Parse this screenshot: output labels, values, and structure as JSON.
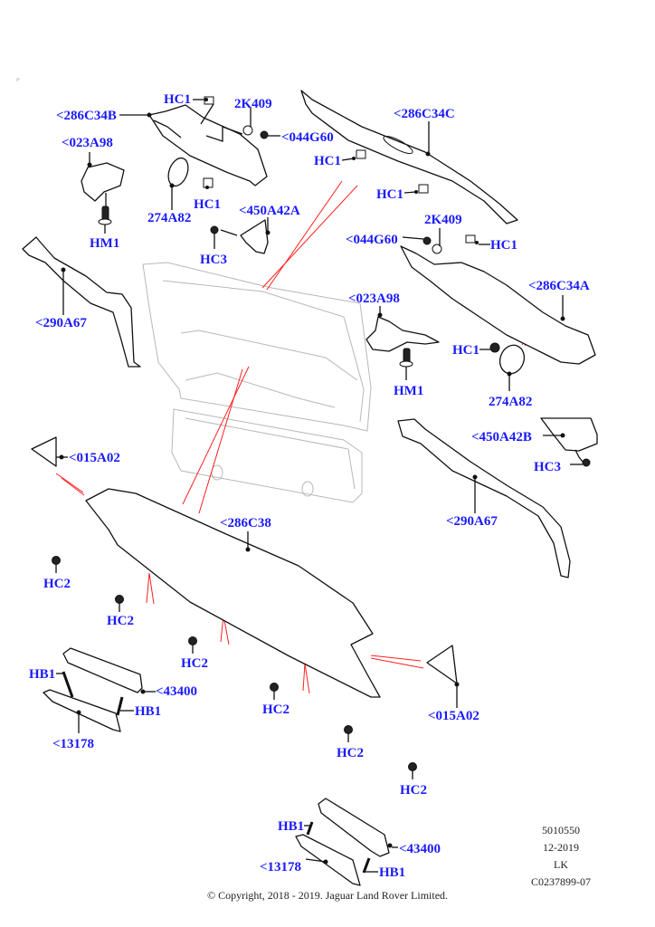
{
  "diagram": {
    "title": "Liftgate / Tailgate Trim Panels",
    "callouts": [
      {
        "id": "c1",
        "label": "HC1"
      },
      {
        "id": "c2",
        "label": "<286C34B"
      },
      {
        "id": "c3",
        "label": "2K409"
      },
      {
        "id": "c4",
        "label": "<044G60"
      },
      {
        "id": "c5",
        "label": "<023A98"
      },
      {
        "id": "c6",
        "label": "274A82"
      },
      {
        "id": "c7",
        "label": "HC1"
      },
      {
        "id": "c8",
        "label": "<450A42A"
      },
      {
        "id": "c9",
        "label": "HM1"
      },
      {
        "id": "c10",
        "label": "HC3"
      },
      {
        "id": "c11",
        "label": "<290A67"
      },
      {
        "id": "c12",
        "label": "<286C34C"
      },
      {
        "id": "c13",
        "label": "HC1"
      },
      {
        "id": "c14",
        "label": "HC1"
      },
      {
        "id": "c15",
        "label": "2K409"
      },
      {
        "id": "c16",
        "label": "<044G60"
      },
      {
        "id": "c17",
        "label": "HC1"
      },
      {
        "id": "c18",
        "label": "<286C34A"
      },
      {
        "id": "c19",
        "label": "<023A98"
      },
      {
        "id": "c20",
        "label": "HC1"
      },
      {
        "id": "c21",
        "label": "HM1"
      },
      {
        "id": "c22",
        "label": "274A82"
      },
      {
        "id": "c23",
        "label": "<450A42B"
      },
      {
        "id": "c24",
        "label": "HC3"
      },
      {
        "id": "c25",
        "label": "<015A02"
      },
      {
        "id": "c26",
        "label": "<290A67"
      },
      {
        "id": "c27",
        "label": "<286C38"
      },
      {
        "id": "c28",
        "label": "HC2"
      },
      {
        "id": "c29",
        "label": "HC2"
      },
      {
        "id": "c30",
        "label": "HC2"
      },
      {
        "id": "c31",
        "label": "HB1"
      },
      {
        "id": "c32",
        "label": "<43400"
      },
      {
        "id": "c33",
        "label": "HB1"
      },
      {
        "id": "c34",
        "label": "<13178"
      },
      {
        "id": "c35",
        "label": "HC2"
      },
      {
        "id": "c36",
        "label": "<015A02"
      },
      {
        "id": "c37",
        "label": "HC2"
      },
      {
        "id": "c38",
        "label": "HC2"
      },
      {
        "id": "c39",
        "label": "HB1"
      },
      {
        "id": "c40",
        "label": "<43400"
      },
      {
        "id": "c41",
        "label": "<13178"
      },
      {
        "id": "c42",
        "label": "HB1"
      }
    ]
  },
  "info_block": {
    "illustration_number": "5010550",
    "date": "12-2019",
    "initials": "LK",
    "reference": "C0237899-07"
  },
  "copyright": "© Copyright, 2018 - 2019. Jaguar Land Rover Limited.",
  "colors": {
    "callout_text": "#1a1aff",
    "line_art": "#111111",
    "ghost_context": "#b8b8b8",
    "pointer_red": "#ff2020"
  }
}
